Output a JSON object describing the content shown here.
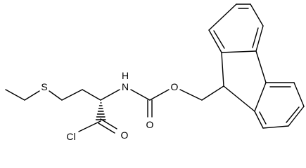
{
  "atoms": {
    "sulfur": "S",
    "nitrogen_h": "H",
    "nitrogen": "N",
    "ester_oxygen": "O",
    "carbonyl_oxygen_carbamate": "O",
    "chlorine": "Cl",
    "carbonyl_oxygen_acyl": "O"
  }
}
